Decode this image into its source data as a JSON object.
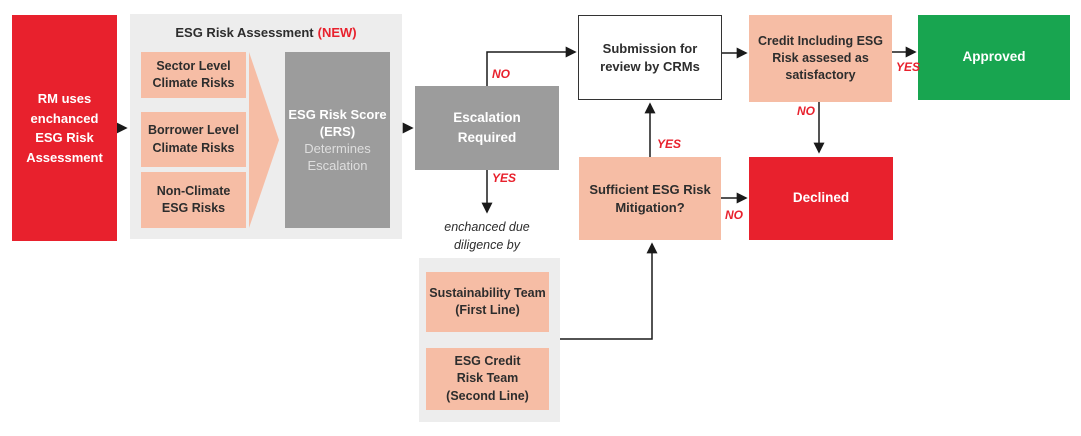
{
  "palette": {
    "red": "#e8212d",
    "salmon": "#f6bda5",
    "dark_gray": "#9c9c9c",
    "light_gray": "#ededed",
    "green": "#18a550",
    "line_black": "#1a1a1a",
    "text_dark": "#2d2d2d"
  },
  "flow": {
    "rm_box": [
      "RM uses",
      "enchanced",
      "ESG Risk",
      "Assessment"
    ],
    "assessment_group": {
      "title": "ESG Risk Assessment",
      "title_new": "(NEW)",
      "risk_boxes": [
        [
          "Sector Level",
          "Climate Risks"
        ],
        [
          "Borrower Level",
          "Climate Risks"
        ],
        [
          "Non-Climate",
          "ESG Risks"
        ]
      ],
      "score_box": {
        "title": [
          "ESG Risk Score",
          "(ERS)"
        ],
        "subtitle": [
          "Determines",
          "Escalation"
        ]
      }
    },
    "escalation_box": [
      "Escalation",
      "Required"
    ],
    "submission_box": [
      "Submission for",
      "review by CRMs"
    ],
    "mitigation_box": [
      "Sufficient ESG Risk",
      "Mitigation?"
    ],
    "credit_box": [
      "Credit Including ESG",
      "Risk assesed as",
      "satisfactory"
    ],
    "approved_box": "Approved",
    "declined_box": "Declined",
    "due_diligence_note": [
      "enchanced due",
      "diligence by"
    ],
    "teams_group": {
      "team_boxes": [
        [
          "Sustainability Team",
          "(First Line)"
        ],
        [
          "ESG Credit",
          "Risk Team",
          "(Second Line)"
        ]
      ]
    },
    "edge_labels": {
      "escalation_no": "NO",
      "escalation_yes": "YES",
      "mitigation_yes": "YES",
      "mitigation_no": "NO",
      "credit_yes": "YES",
      "credit_no": "NO"
    }
  }
}
